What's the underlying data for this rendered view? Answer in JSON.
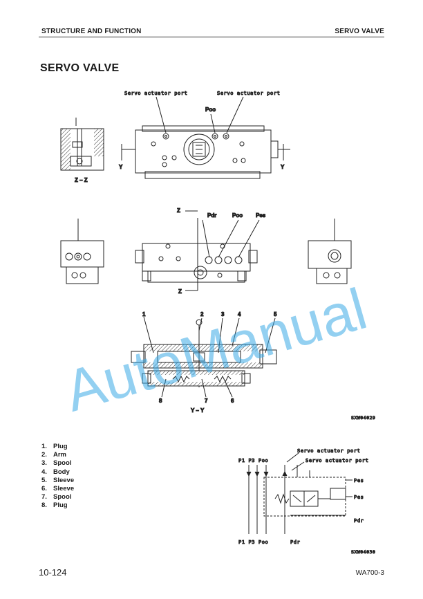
{
  "header": {
    "section": "STRUCTURE AND FUNCTION",
    "topic": "SERVO VALVE"
  },
  "page_title": "SERVO VALVE",
  "top_view": {
    "port_label_left": "Servo actuator port",
    "port_label_right": "Servo actuator port",
    "poo": "Poo",
    "section_mark": "Y",
    "section_label": "Z – Z"
  },
  "middle_view": {
    "pdr": "Pdr",
    "poo": "Poo",
    "pes": "Pes",
    "section_mark": "Z"
  },
  "section_view": {
    "callouts": [
      "1",
      "2",
      "3",
      "4",
      "5",
      "8",
      "7",
      "6"
    ],
    "section_label": "Y – Y",
    "figure_id": "SXW04029"
  },
  "parts": [
    {
      "num": "1.",
      "name": "Plug"
    },
    {
      "num": "2.",
      "name": "Arm"
    },
    {
      "num": "3.",
      "name": "Spool"
    },
    {
      "num": "4.",
      "name": "Body"
    },
    {
      "num": "5.",
      "name": "Sleeve"
    },
    {
      "num": "6.",
      "name": "Sleeve"
    },
    {
      "num": "7.",
      "name": "Spool"
    },
    {
      "num": "8.",
      "name": "Plug"
    }
  ],
  "schematic": {
    "servo_port_1": "Servo actuator port",
    "servo_port_2": "Servo actuator port",
    "top_ports": "P1  P3  Poo",
    "bottom_ports": "P1  P3  Poo",
    "pdr_bottom": "Pdr",
    "pes_1": "Pes",
    "pes_2": "Pes",
    "pdr_right": "Pdr",
    "figure_id": "SXW04030"
  },
  "footer": {
    "page_number": "10-124",
    "model": "WA700-3"
  },
  "watermark": {
    "text": "AutoManual",
    "color": "#3aa9e6"
  }
}
